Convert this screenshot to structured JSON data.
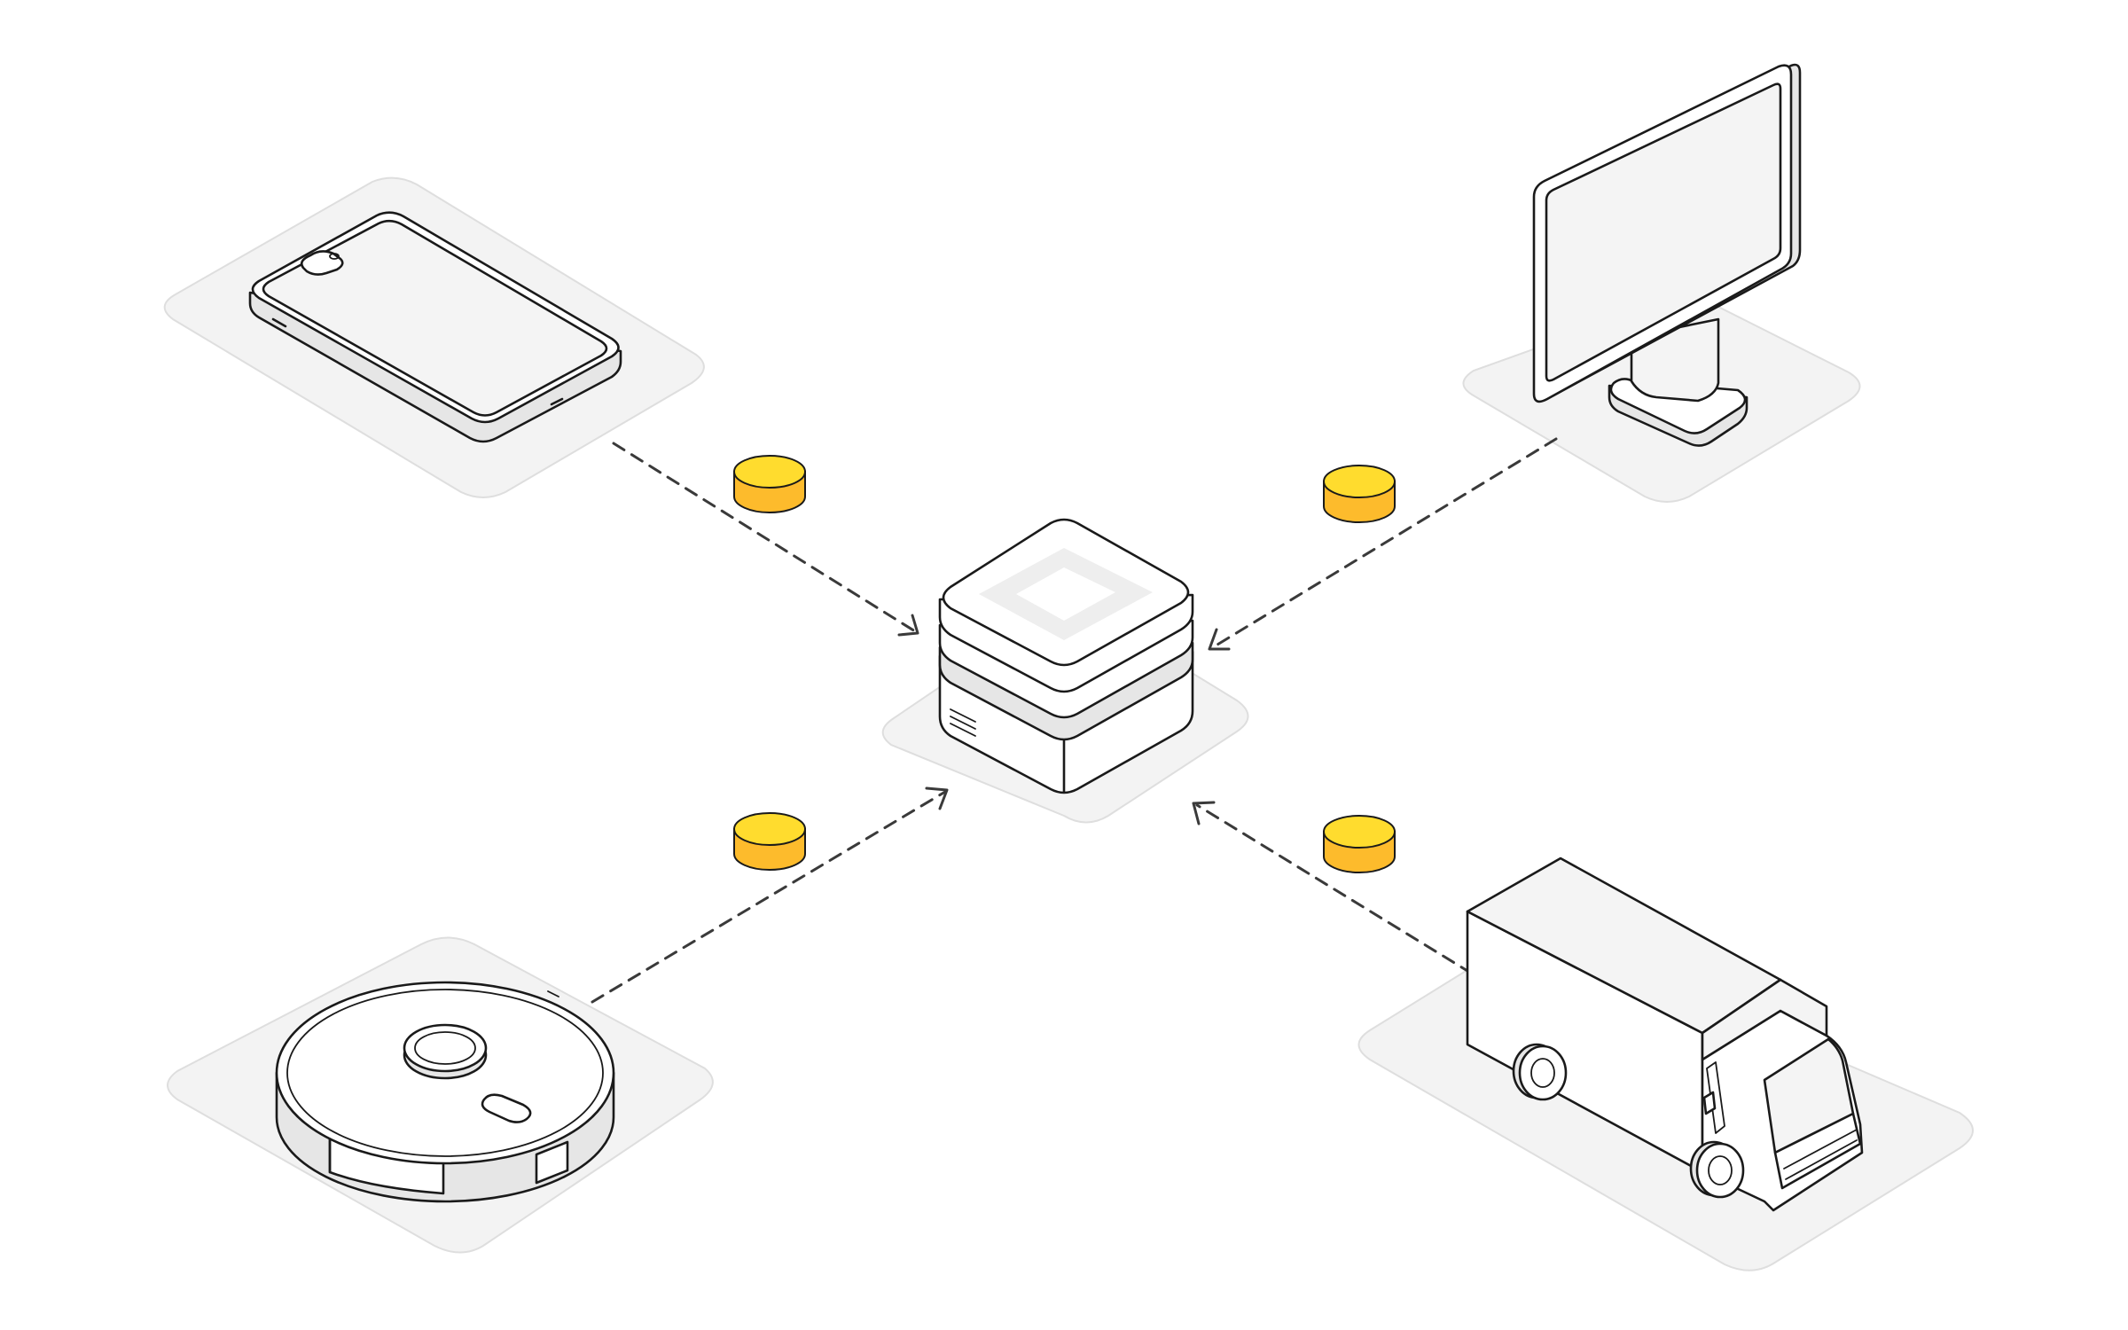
{
  "diagram": {
    "nodes": [
      {
        "id": "smartphone",
        "icon": "smartphone-icon"
      },
      {
        "id": "monitor",
        "icon": "monitor-icon"
      },
      {
        "id": "robot-vacuum",
        "icon": "robot-vacuum-icon"
      },
      {
        "id": "delivery-truck",
        "icon": "delivery-truck-icon"
      },
      {
        "id": "central-hub",
        "icon": "server-hub-icon"
      }
    ],
    "edges": [
      {
        "from": "smartphone",
        "to": "central-hub",
        "style": "dashed-arrow"
      },
      {
        "from": "monitor",
        "to": "central-hub",
        "style": "dashed-arrow"
      },
      {
        "from": "robot-vacuum",
        "to": "central-hub",
        "style": "dashed-arrow"
      },
      {
        "from": "delivery-truck",
        "to": "central-hub",
        "style": "dashed-arrow"
      }
    ],
    "tokens": [
      {
        "edge": "smartphone",
        "icon": "coin-icon"
      },
      {
        "edge": "monitor",
        "icon": "coin-icon"
      },
      {
        "edge": "robot-vacuum",
        "icon": "coin-icon"
      },
      {
        "edge": "delivery-truck",
        "icon": "coin-icon"
      }
    ],
    "colors": {
      "background": "#ffffff",
      "plate": "#f3f3f3",
      "line": "#1a1a1a",
      "arrow": "#3a3a3a",
      "coin_top": "#ffdc2e",
      "coin_side": "#fdbb2c"
    }
  }
}
